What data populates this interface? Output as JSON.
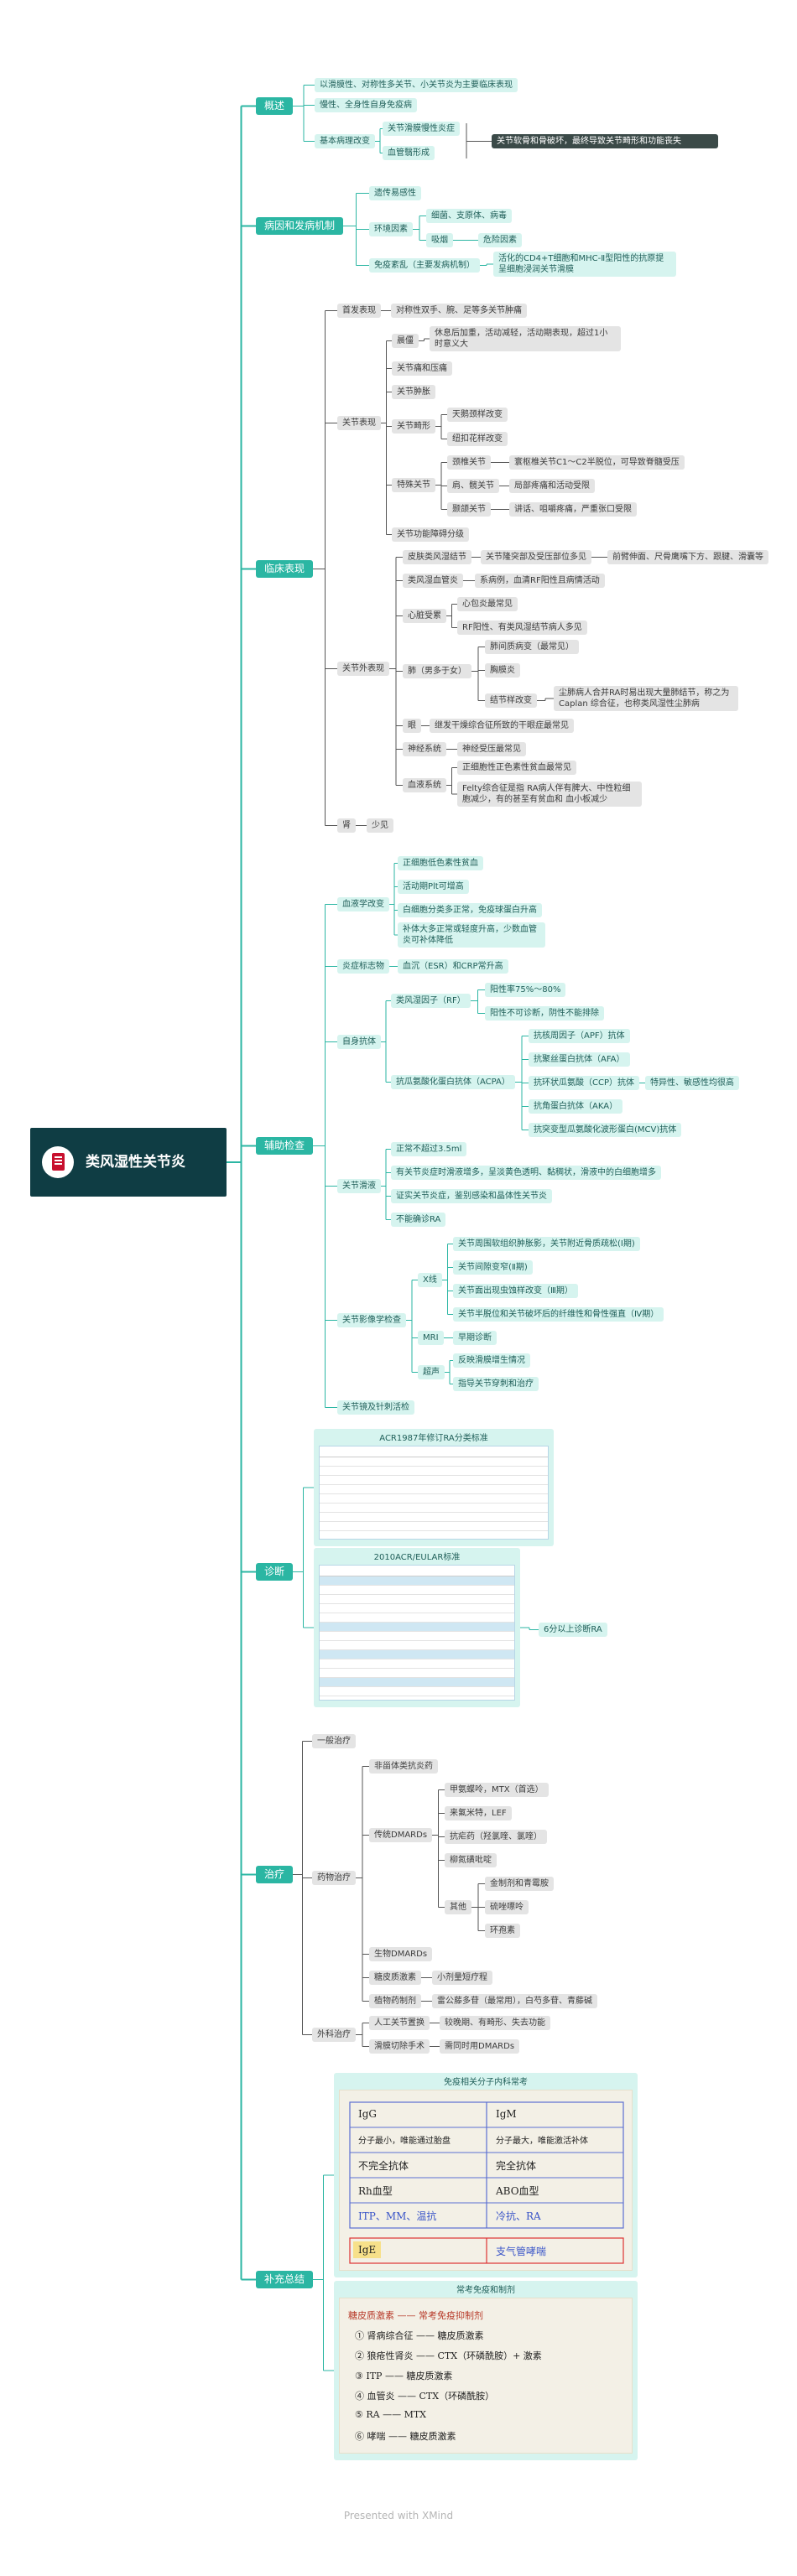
{
  "root": {
    "label": "类风湿性关节炎",
    "icon": "book-icon"
  },
  "overview": {
    "label": "概述",
    "items": [
      "以滑膜性、对称性多关节、小关节炎为主要临床表现",
      "慢性、全身性自身免疫病",
      "基本病理改变"
    ],
    "pathology": [
      "关节滑膜慢性炎症",
      "血管翳形成"
    ],
    "outcome": "关节软骨和骨破坏，最终导致关节畸形和功能丧失"
  },
  "etiology": {
    "label": "病因和发病机制",
    "genetic": "遗传易感性",
    "env": "环境因素",
    "env_items": [
      "细菌、支原体、病毒",
      "吸烟"
    ],
    "smoking_note": "危险因素",
    "immune": "免疫紊乱（主要发病机制）",
    "immune_note": "活化的CD4+T细胞和MHC-Ⅱ型阳性的抗原提呈细胞浸润关节滑膜"
  },
  "clinical": {
    "label": "临床表现",
    "onset": "首发表现",
    "onset_desc": "对称性双手、腕、足等多关节肿痛",
    "joint": "关节表现",
    "stiffness": "晨僵",
    "stiffness_desc": "休息后加重，活动减轻，活动期表现，超过1小时意义大",
    "joint_items": [
      "关节痛和压痛",
      "关节肿胀",
      "关节畸形",
      "特殊关节",
      "关节功能障碍分级"
    ],
    "deform_items": [
      "天鹅颈样改变",
      "纽扣花样改变"
    ],
    "special_items": [
      "颈椎关节",
      "肩、髋关节",
      "颞颌关节"
    ],
    "special_desc": [
      "寰枢椎关节C1～C2半脱位，可导致脊髓受压",
      "局部疼痛和活动受限",
      "讲话、咀嚼疼痛，严重张口受限"
    ],
    "extra": "关节外表现",
    "nodule": "皮肤类风湿结节",
    "nodule_desc": "关节隆突部及受压部位多见",
    "nodule_desc2": "前臂伸面、尺骨鹰嘴下方、跟腱、滑囊等",
    "vasculitis": "类风湿血管炎",
    "vasculitis_desc": "系病例，血清RF阳性且病情活动",
    "heart": "心脏受累",
    "heart_items": [
      "心包炎最常见",
      "RF阳性、有类风湿结节病人多见"
    ],
    "lung": "肺（男多于女）",
    "lung_items": [
      "肺间质病变（最常见）",
      "胸膜炎",
      "结节样改变"
    ],
    "lung_note": "尘肺病人合并RA时易出现大量肺结节，称之为Caplan 综合征，也称类风湿性尘肺病",
    "eye": "眼",
    "eye_desc": "继发干燥综合征所致的干眼症最常见",
    "nerve": "神经系统",
    "nerve_desc": "神经受压最常见",
    "blood": "血液系统",
    "blood_items": [
      "正细胞性正色素性贫血最常见",
      "Felty综合征是指 RA病人伴有脾大、中性粒细胞减少，有的甚至有贫血和 血小板减少"
    ],
    "other": "肾",
    "other_desc": "少见"
  },
  "exams": {
    "label": "辅助检查",
    "blood": "血液学改变",
    "blood_items": [
      "正细胞低色素性贫血",
      "活动期Plt可增高",
      "白细胞分类多正常，免疫球蛋白升高",
      "补体大多正常或轻度升高，少数血管炎可补体降低"
    ],
    "inflam": "炎症标志物",
    "inflam_desc": "血沉（ESR）和CRP常升高",
    "auto": "自身抗体",
    "rf": "类风湿因子（RF）",
    "rf_items": [
      "阳性率75%～80%",
      "阳性不可诊断，阴性不能排除"
    ],
    "acpa": "抗瓜氨酸化蛋白抗体（ACPA）",
    "acpa_items": [
      "抗角蛋白抗体（AKA）",
      "抗核周因子（APF）抗体",
      "抗聚丝蛋白抗体（AFA）",
      "抗环状瓜氨酸（CCP）抗体",
      "抗突变型瓜氨酸化波形蛋白(MCV)抗体"
    ],
    "acpa_order": [
      1,
      2,
      3,
      0,
      4
    ],
    "ccp_note": "特异性、敏感性均很高",
    "fluid": "关节滑液",
    "fluid_items": [
      "正常不超过3.5ml",
      "有关节炎症时滑液增多，呈淡黄色透明、黏稠状，滑液中的白细胞增多",
      "证实关节炎症，鉴别感染和晶体性关节炎",
      "不能确诊RA"
    ],
    "imaging": "关节影像学检查",
    "xray": "X线",
    "xray_items": [
      "关节周围软组织肿胀影，关节附近骨质疏松(Ⅰ期)",
      "关节间隙变窄(Ⅱ期)",
      "关节面出现虫蚀样改变（Ⅲ期）",
      "关节半脱位和关节破坏后的纤维性和骨性强直（Ⅳ期）"
    ],
    "mri": "MRI",
    "mri_desc": "早期诊断",
    "us": "超声",
    "us_items": [
      "反映滑膜增生情况",
      "指导关节穿刺和治疗"
    ],
    "arthroscopy": "关节镜及针刺活检"
  },
  "diagnosis": {
    "label": "诊断",
    "img1_title": "ACR1987年修订RA分类标准",
    "img2_title": "2010ACR/EULAR标准",
    "img2_note": "6分以上诊断RA"
  },
  "treatment": {
    "label": "治疗",
    "general": "一般治疗",
    "drug": "药物治疗",
    "nsaid": "非甾体类抗炎药",
    "dmards": "传统DMARDs",
    "dmards_items": [
      "甲氨蝶呤，MTX（首选）",
      "来氟米特，LEF",
      "抗疟药（羟氯喹、氯喹）",
      "柳氮磺吡啶",
      "其他"
    ],
    "other_items": [
      "金制剂和青霉胺",
      "硫唑嘌呤",
      "环孢素"
    ],
    "bio": "生物DMARDs",
    "steroid": "糖皮质激素",
    "steroid_desc": "小剂量短疗程",
    "herbal": "植物药制剂",
    "herbal_desc": "雷公藤多苷（最常用），白芍多苷、青藤碱",
    "surgery": "外科治疗",
    "surgery_items": [
      "人工关节置换",
      "滑膜切除手术"
    ],
    "surgery_desc": [
      "较晚期、有畸形、失去功能",
      "需同时用DMARDs"
    ]
  },
  "summary": {
    "label": "补充总结",
    "img1_title": "免疫相关分子内科常考",
    "img1_cells": [
      "IgG",
      "IgM",
      "分子最小，唯能通过胎盘",
      "分子最大，唯能激活补体",
      "不完全抗体",
      "完全抗体",
      "Rh血型",
      "ABO血型",
      "ITP、MM、温抗",
      "冷抗、RA"
    ],
    "img1_footer": [
      "IgE",
      "支气管哮喘"
    ],
    "img2_title": "常考免疫和制剂",
    "img2_lines": [
      "糖皮质激素 —— 常考免疫抑制剂",
      "① 肾病综合征 —— 糖皮质激素",
      "② 狼疮性肾炎 —— CTX（环磷酰胺）+ 激素",
      "③ ITP —— 糖皮质激素",
      "④ 血管炎 —— CTX（环磷酰胺）",
      "⑤ RA —— MTX",
      "⑥ 哮喘 —— 糖皮质激素"
    ]
  },
  "footer": "Presented with XMind",
  "colors": {
    "root": "#0f3d44",
    "main": "#2bb6a3",
    "link_main": "#2bb6a3",
    "link_sub": "#555555"
  }
}
